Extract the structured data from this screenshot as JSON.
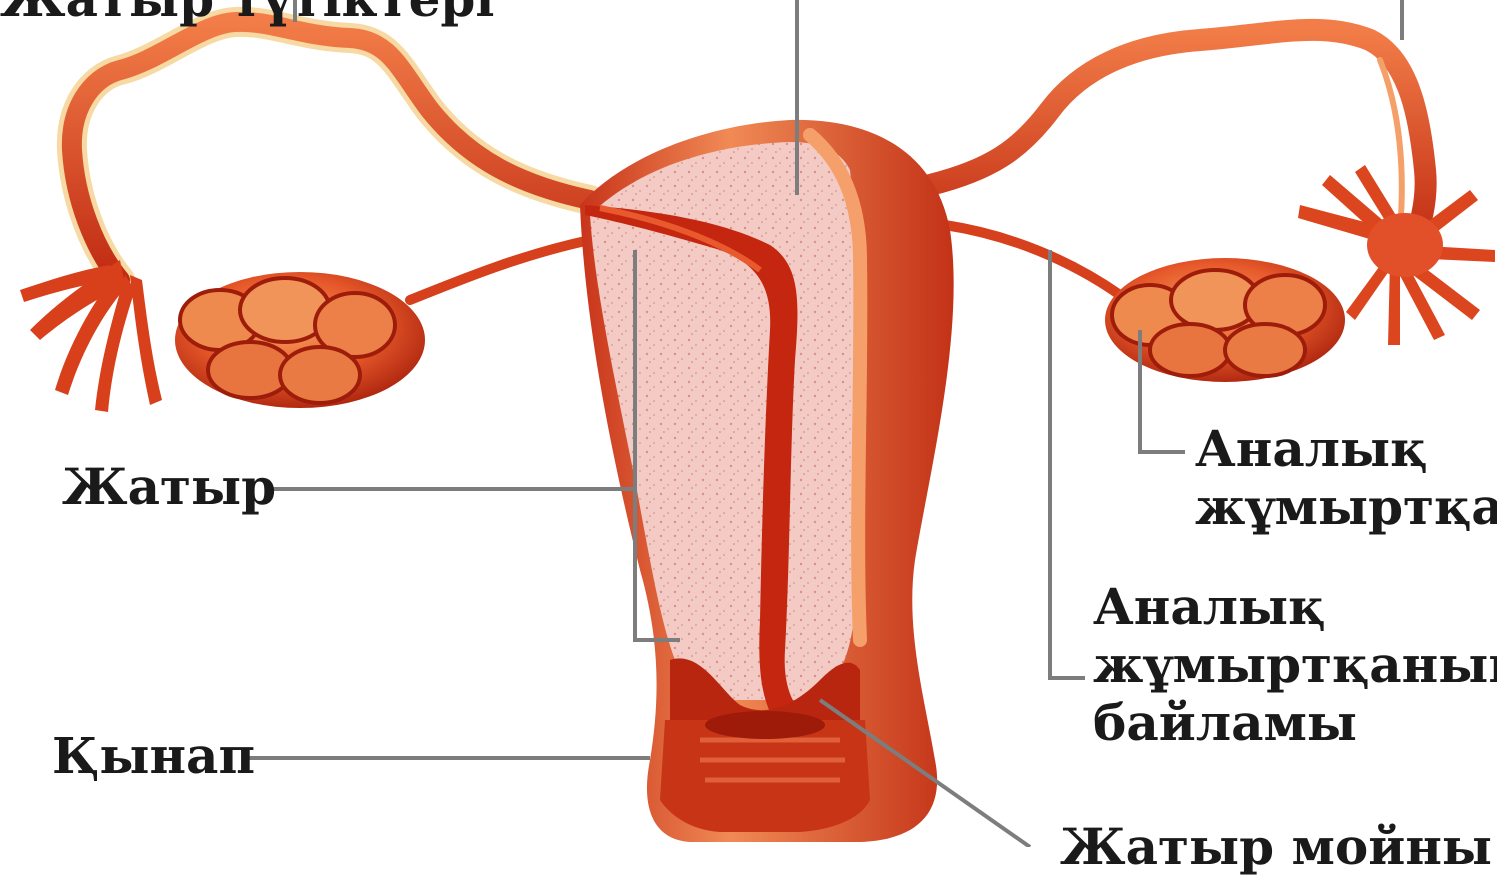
{
  "labels": {
    "top_left_partial": "Жатыр түтіктері",
    "uterus": "Жатыр",
    "vagina": "Қынап",
    "ovary": {
      "line1": "Аналық",
      "line2": "жұмыртқа"
    },
    "ovarian_ligament": {
      "line1": "Аналық",
      "line2": "жұмыртқаның",
      "line3": "байламы"
    },
    "cervix_partial": "Жатыр мойны"
  },
  "colors": {
    "tissue_dark": "#b8220e",
    "tissue_mid": "#e2431f",
    "tissue_light": "#f07a4a",
    "highlight": "#f8c28a",
    "endometrium": "#f2c6c0",
    "leader_line": "#7d7d7d",
    "text": "#1a1a1a"
  }
}
